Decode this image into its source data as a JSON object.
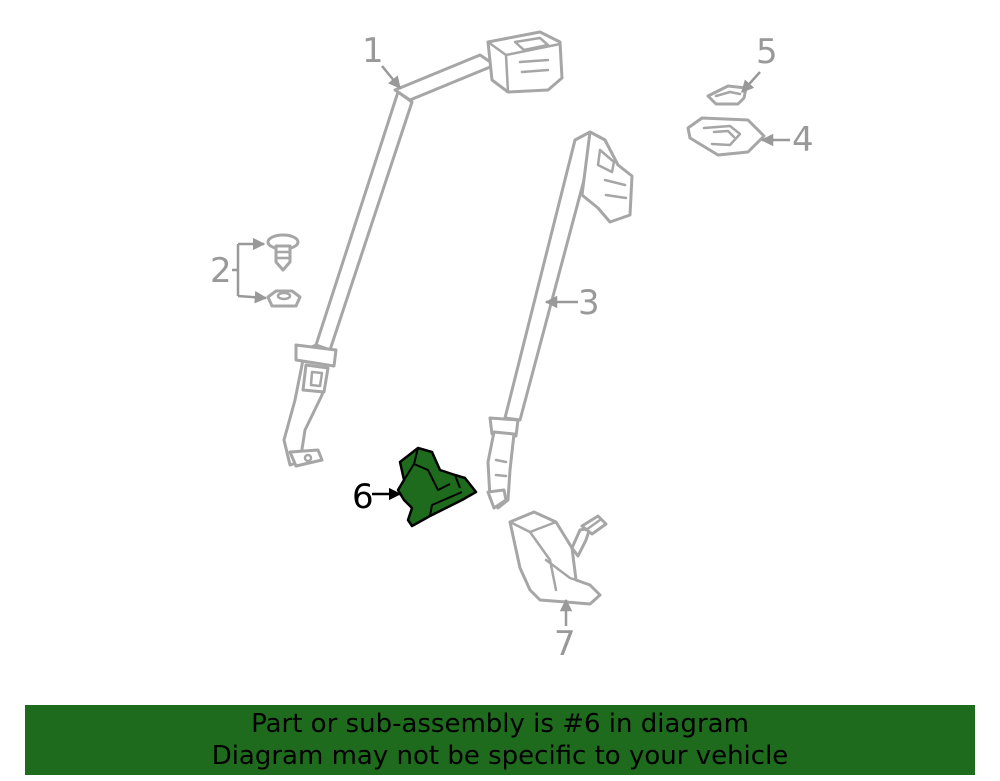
{
  "diagram": {
    "highlight_color": "#1e6b1e",
    "line_color": "#a6a6a6",
    "callouts": [
      {
        "id": "1",
        "label": "1"
      },
      {
        "id": "2",
        "label": "2"
      },
      {
        "id": "3",
        "label": "3"
      },
      {
        "id": "4",
        "label": "4"
      },
      {
        "id": "5",
        "label": "5"
      },
      {
        "id": "6",
        "label": "6",
        "highlighted": true
      },
      {
        "id": "7",
        "label": "7"
      }
    ]
  },
  "banner": {
    "background": "#1e6b1e",
    "line1": "Part or sub-assembly is #6 in diagram",
    "line2": "Diagram may not be specific to your vehicle"
  }
}
